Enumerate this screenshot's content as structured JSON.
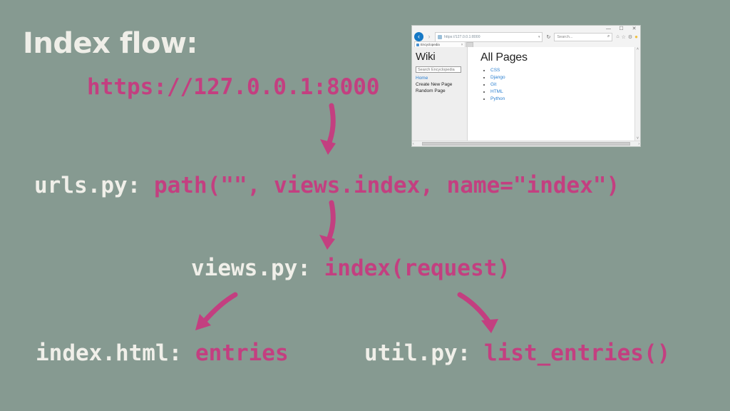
{
  "slide": {
    "title": "Index flow:",
    "background_color": "#869a91",
    "label_color": "#f0efe9",
    "accent_color": "#c33f80"
  },
  "flow": {
    "url": {
      "label": "",
      "value": "https://127.0.0.1:8000"
    },
    "urls_py": {
      "label": "urls.py: ",
      "value": "path(\"\", views.index, name=\"index\")"
    },
    "views_py": {
      "label": "views.py: ",
      "value": "index(request)"
    },
    "index_html": {
      "label": "index.html: ",
      "value": "entries"
    },
    "util_py": {
      "label": "util.py: ",
      "value": "list_entries()"
    }
  },
  "arrows": [
    {
      "name": "arrow-url-to-urls",
      "direction": "down"
    },
    {
      "name": "arrow-urls-to-views",
      "direction": "down"
    },
    {
      "name": "arrow-views-to-index-html",
      "direction": "down-left"
    },
    {
      "name": "arrow-views-to-util",
      "direction": "down-right"
    }
  ],
  "browser": {
    "window_controls": {
      "minimize": "—",
      "maximize": "☐",
      "close": "✕"
    },
    "back_icon": "‹",
    "forward_icon": "›",
    "address": "https://127.0.0.1:8000",
    "address_dropdown": "▾",
    "reload_icon": "↻",
    "search_placeholder": "Search...",
    "search_icon": "⌕",
    "toolbar_icons": [
      "⌂",
      "☆",
      "⚙",
      "●"
    ],
    "tab": {
      "label": "Encyclopedia",
      "close": "✕"
    },
    "new_tab": "",
    "scroll_up": "˄",
    "scroll_down": "˅",
    "scroll_left": "‹",
    "scroll_right": "›",
    "page": {
      "sidebar": {
        "heading": "Wiki",
        "search_placeholder": "Search Encyclopedia",
        "links": [
          "Home",
          "Create New Page",
          "Random Page"
        ]
      },
      "content": {
        "heading": "All Pages",
        "entries": [
          "CSS",
          "Django",
          "Git",
          "HTML",
          "Python"
        ]
      }
    }
  }
}
